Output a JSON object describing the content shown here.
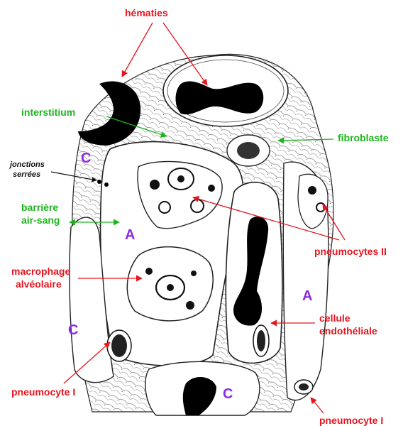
{
  "diagram": {
    "labels": {
      "hematies": "hématies",
      "interstitium": "interstitium",
      "fibroblaste": "fibroblaste",
      "jonctions_line1": "jonctions",
      "jonctions_line2": "serrées",
      "barriere_line1": "barrière",
      "barriere_line2": "air-sang",
      "pneumocytes_ii": "pneumocytes II",
      "macrophage_line1": "macrophage",
      "macrophage_line2": "alvéolaire",
      "cellule_line1": "cellule",
      "cellule_line2": "endothéliale",
      "pneumocyte_i_left": "pneumocyte I",
      "pneumocyte_i_right": "pneumocyte I"
    },
    "region_letters": {
      "capillary_top": "C",
      "alveolus_center": "A",
      "capillary_left": "C",
      "alveolus_right": "A",
      "capillary_bottom": "C"
    },
    "colors": {
      "label_red": "#e8141e",
      "label_green": "#1eb41e",
      "region_letter": "#8a2be2",
      "ink": "#111111"
    }
  }
}
